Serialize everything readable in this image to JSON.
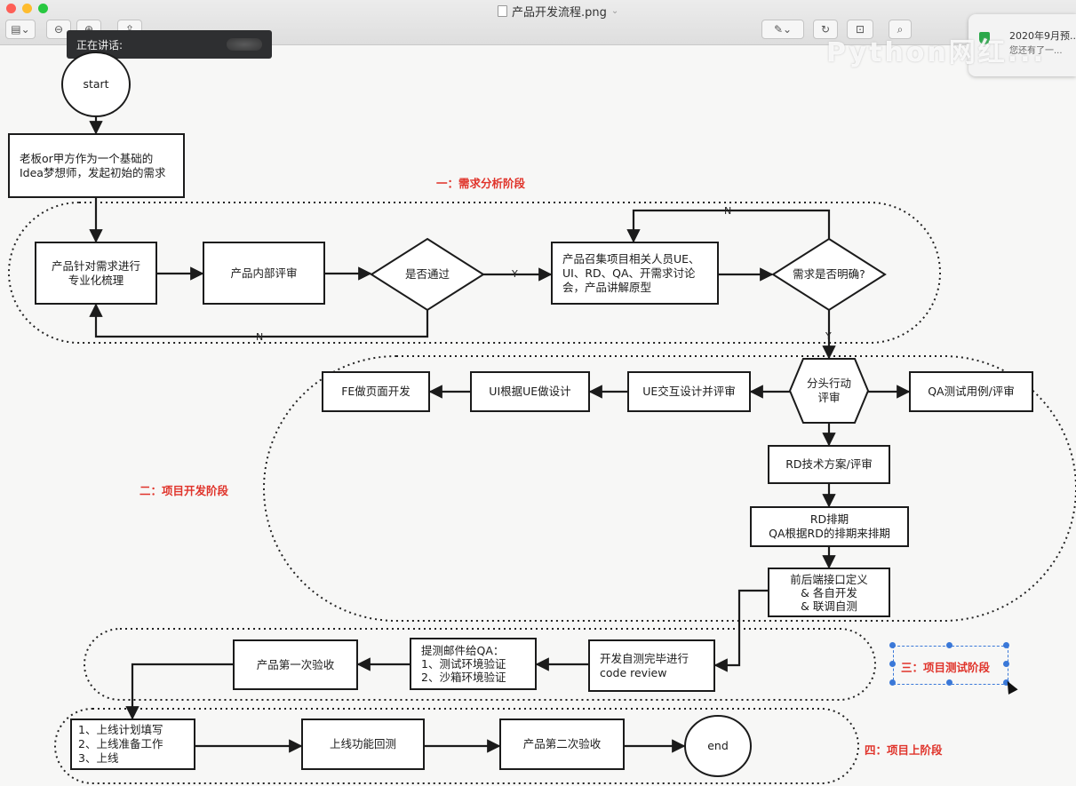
{
  "window": {
    "file_name": "产品开发流程.png",
    "speaking_label": "正在讲话:",
    "notification": {
      "line1": "2020年9月预...",
      "line2": "您还有了一..."
    },
    "watermark": "Python网红..."
  },
  "colors": {
    "stage_label": "#e0342b",
    "selection": "#3a78d8",
    "stroke": "#1b1b1b"
  },
  "stages": {
    "s1": "一：需求分析阶段",
    "s2": "二：项目开发阶段",
    "s3": "三：项目测试阶段",
    "s4": "四：项目上阶段"
  },
  "nodes": {
    "start": "start",
    "boss": "老板or甲方作为一个基础的\nIdea梦想师，发起初始的需求",
    "sort": "产品针对需求进行\n专业化梳理",
    "review": "产品内部评审",
    "pass": "是否通过",
    "gather": "产品召集项目相关人员UE、\nUI、RD、QA、开需求讨论\n会，产品讲解原型",
    "clear": "需求是否明确?",
    "split": "分头行动\n评审",
    "ue": "UE交互设计并评审",
    "ui": "UI根据UE做设计",
    "fe": "FE做页面开发",
    "qa_case": "QA测试用例/评审",
    "rd_plan": "RD技术方案/评审",
    "rd_schedule": "RD排期\nQA根据RD的排期来排期",
    "interface": "前后端接口定义\n& 各自开发\n& 联调自测",
    "selftest": "开发自测完毕进行\ncode review",
    "mail": "提测邮件给QA：\n1、测试环境验证\n2、沙箱环境验证",
    "accept1": "产品第一次验收",
    "launch": "1、上线计划填写\n2、上线准备工作\n3、上线",
    "regress": "上线功能回测",
    "accept2": "产品第二次验收",
    "end": "end"
  },
  "edges": {
    "yes": "Y",
    "no": "N"
  }
}
